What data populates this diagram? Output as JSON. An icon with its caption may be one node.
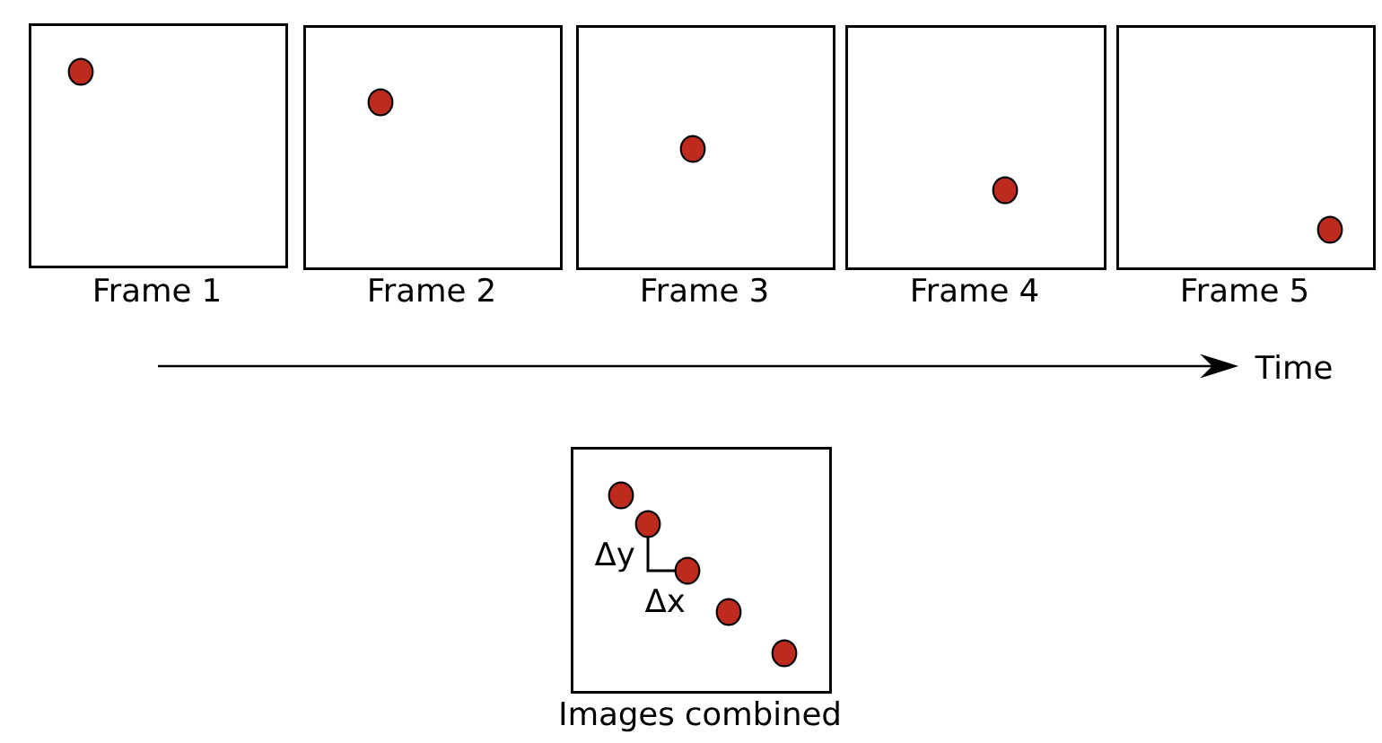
{
  "diagram": {
    "nodes": [
      {
        "text": [
          "Frame 1"
        ]
      },
      {
        "text": [
          "Frame 2"
        ]
      },
      {
        "text": [
          "Frame 3"
        ]
      },
      {
        "text": [
          "Frame 4"
        ]
      },
      {
        "text": [
          "Frame 5"
        ]
      },
      {
        "text": [
          "Images combined"
        ]
      }
    ],
    "labels": [
      "Time",
      "Δy",
      "Δx"
    ]
  }
}
